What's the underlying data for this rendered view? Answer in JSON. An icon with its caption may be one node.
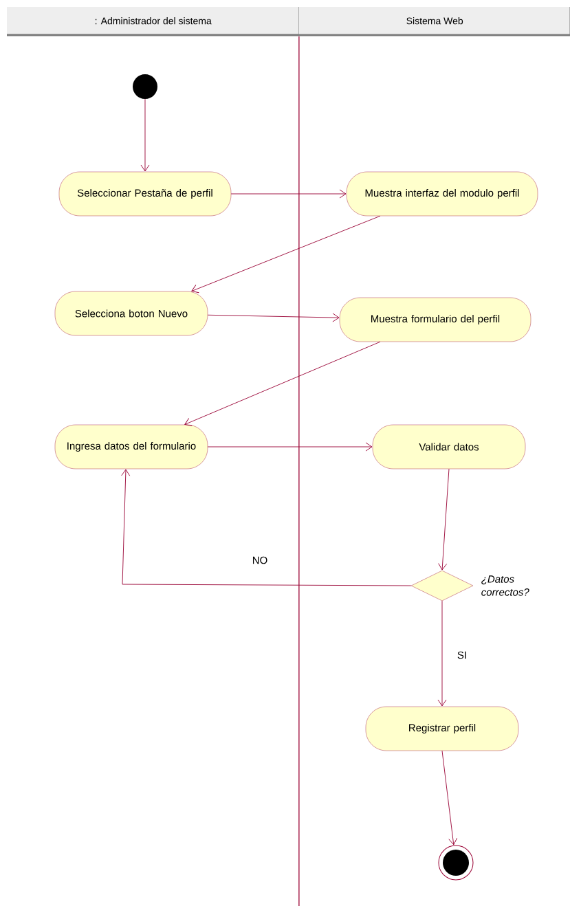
{
  "diagram": {
    "nodes": [
      {
        "text": [
          ": Administrador del sistema"
        ]
      },
      {
        "text": [
          "Sistema Web"
        ]
      },
      {
        "text": [],
        "shape": "circle",
        "in": 0
      },
      {
        "text": [
          "Seleccionar Pestaña de perfil"
        ],
        "in": 0
      },
      {
        "text": [
          "Muestra interfaz del modulo perfil"
        ],
        "in": 1
      },
      {
        "text": [
          "Selecciona boton Nuevo"
        ],
        "in": 0
      },
      {
        "text": [
          "Muestra formulario del perfil"
        ],
        "in": 1
      },
      {
        "text": [
          "Ingresa datos del formulario"
        ],
        "in": 0
      },
      {
        "text": [
          "Validar datos"
        ],
        "in": 1
      },
      {
        "text": [],
        "shape": "diamond",
        "beside": [
          "¿Datos correctos?"
        ],
        "in": 1
      },
      {
        "text": [
          "Registrar perfil"
        ],
        "in": 1
      },
      {
        "text": [],
        "shape": "bullseye",
        "in": 1
      }
    ],
    "edges": [
      {
        "from": 2,
        "to": 3,
        "arrow": "to"
      },
      {
        "from": 3,
        "to": 4,
        "arrow": "to"
      },
      {
        "from": 4,
        "to": 5,
        "arrow": "to"
      },
      {
        "from": 5,
        "to": 6,
        "arrow": "to"
      },
      {
        "from": 6,
        "to": 7,
        "arrow": "to"
      },
      {
        "from": 7,
        "to": 8,
        "arrow": "to"
      },
      {
        "from": 8,
        "to": 9,
        "arrow": "to"
      },
      {
        "from": 9,
        "to": 7,
        "arrow": "to",
        "label": "NO"
      },
      {
        "from": 9,
        "to": 10,
        "arrow": "to",
        "label": "SI"
      },
      {
        "from": 10,
        "to": 11,
        "arrow": "to"
      }
    ]
  }
}
